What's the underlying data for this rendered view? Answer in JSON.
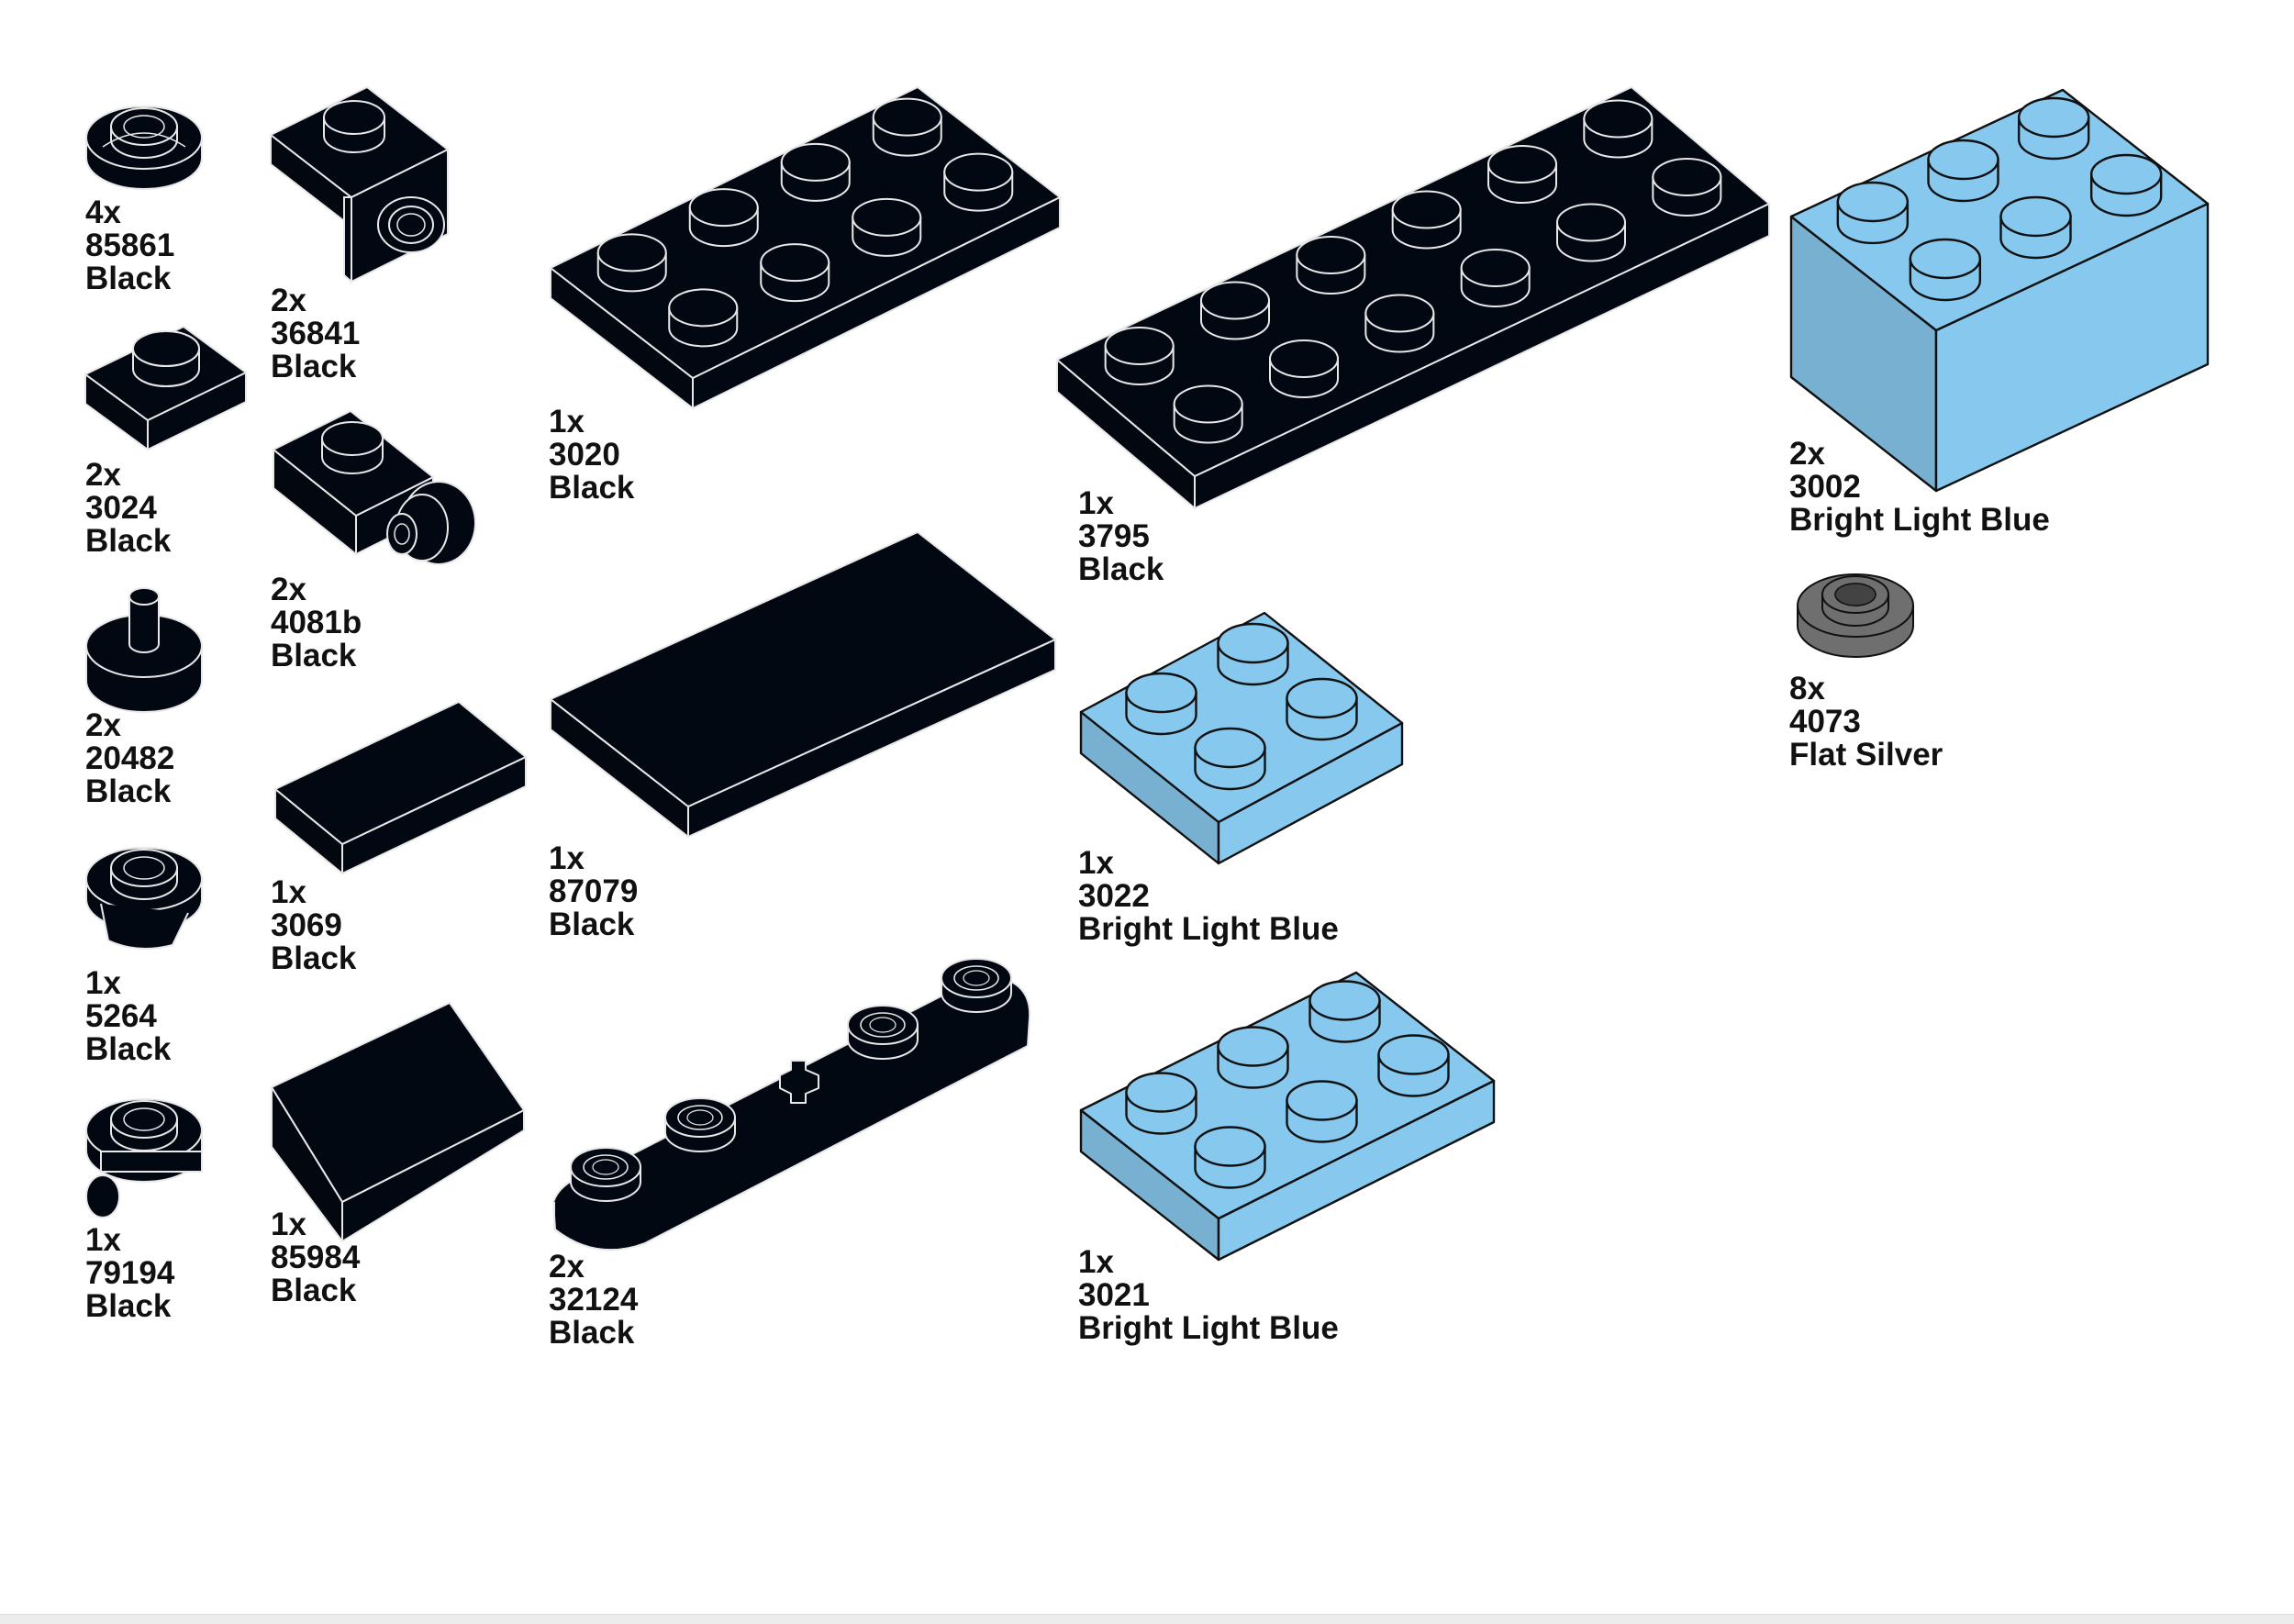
{
  "colors": {
    "black": "#020812",
    "bright_light_blue": "#87c8ee",
    "flat_silver": "#6f6f6f",
    "outline_dark": "#e8e8e8",
    "outline_light": "#111111"
  },
  "parts": [
    {
      "id": "p85861",
      "qty": "4x",
      "number": "85861",
      "color": "Black",
      "icon": "round-plate-1x1-open-stud-icon"
    },
    {
      "id": "p3024",
      "qty": "2x",
      "number": "3024",
      "color": "Black",
      "icon": "plate-1x1-icon"
    },
    {
      "id": "p20482",
      "qty": "2x",
      "number": "20482",
      "color": "Black",
      "icon": "round-tile-with-bar-icon"
    },
    {
      "id": "p5264",
      "qty": "1x",
      "number": "5264",
      "color": "Black",
      "icon": "round-plate-with-clip-icon"
    },
    {
      "id": "p79194",
      "qty": "1x",
      "number": "79194",
      "color": "Black",
      "icon": "round-plate-with-bar-icon"
    },
    {
      "id": "p36841",
      "qty": "2x",
      "number": "36841",
      "color": "Black",
      "icon": "bracket-with-pin-hole-icon"
    },
    {
      "id": "p4081b",
      "qty": "2x",
      "number": "4081b",
      "color": "Black",
      "icon": "plate-with-clip-light-icon"
    },
    {
      "id": "p3069",
      "qty": "1x",
      "number": "3069",
      "color": "Black",
      "icon": "tile-1x2-icon"
    },
    {
      "id": "p85984",
      "qty": "1x",
      "number": "85984",
      "color": "Black",
      "icon": "slope-1x2-icon"
    },
    {
      "id": "p3020",
      "qty": "1x",
      "number": "3020",
      "color": "Black",
      "icon": "plate-2x4-icon"
    },
    {
      "id": "p87079",
      "qty": "1x",
      "number": "87079",
      "color": "Black",
      "icon": "tile-2x4-icon"
    },
    {
      "id": "p32124",
      "qty": "2x",
      "number": "32124",
      "color": "Black",
      "icon": "technic-plate-1x5-icon"
    },
    {
      "id": "p3795",
      "qty": "1x",
      "number": "3795",
      "color": "Black",
      "icon": "plate-2x6-icon"
    },
    {
      "id": "p3022",
      "qty": "1x",
      "number": "3022",
      "color": "Bright Light Blue",
      "icon": "plate-2x2-icon"
    },
    {
      "id": "p3021",
      "qty": "1x",
      "number": "3021",
      "color": "Bright Light Blue",
      "icon": "plate-2x3-icon"
    },
    {
      "id": "p3002",
      "qty": "2x",
      "number": "3002",
      "color": "Bright Light Blue",
      "icon": "brick-2x3-icon"
    },
    {
      "id": "p4073",
      "qty": "8x",
      "number": "4073",
      "color": "Flat Silver",
      "icon": "round-plate-1x1-icon"
    }
  ]
}
